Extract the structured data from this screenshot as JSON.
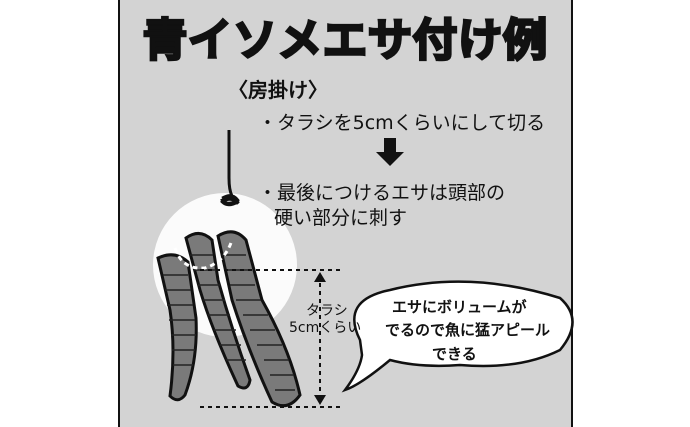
{
  "title": "青イソメエサ付け例",
  "section_heading": "〈房掛け〉",
  "steps": [
    "・タラシを5cmくらいにして切る",
    "・最後につけるエサは頭部の",
    "硬い部分に刺す"
  ],
  "dimension_label": [
    "タラシ",
    "5cmくらい"
  ],
  "bubble_text": [
    "エサにボリュームが",
    "でるので魚に猛アピール",
    "できる"
  ],
  "colors": {
    "panel": "#d3d3d3",
    "worm": "#7a7a7a",
    "outline": "#111111",
    "bubble": "#ffffff"
  }
}
